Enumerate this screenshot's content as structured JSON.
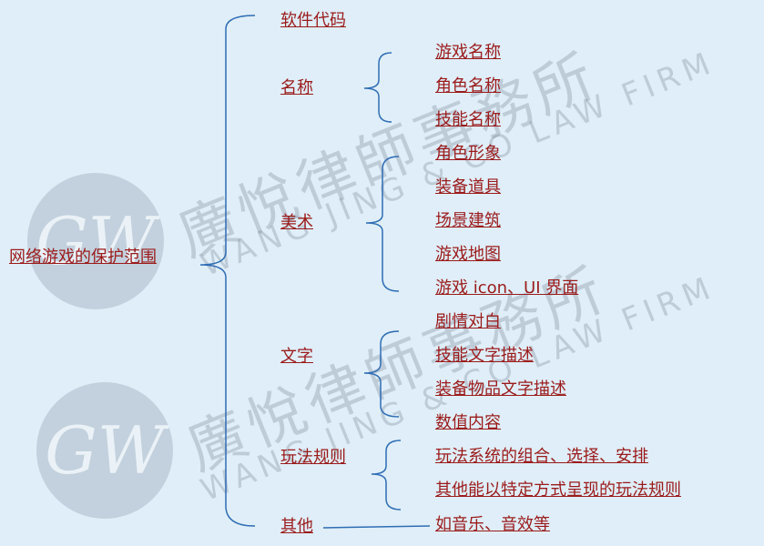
{
  "root": "网络游戏的保护范围",
  "branches": {
    "code": "软件代码",
    "name": "名称",
    "art": "美术",
    "text": "文字",
    "rules": "玩法规则",
    "other": "其他"
  },
  "name_items": [
    "游戏名称",
    "角色名称",
    "技能名称"
  ],
  "art_items": [
    "角色形象",
    "装备道具",
    "场景建筑",
    "游戏地图",
    "游戏 icon、UI 界面"
  ],
  "text_items": [
    "剧情对白",
    "技能文字描述",
    "装备物品文字描述",
    "数值内容"
  ],
  "rules_items": [
    "玩法系统的组合、选择、安排",
    "其他能以特定方式呈现的玩法规则"
  ],
  "other_items": [
    "如音乐、音效等"
  ],
  "watermark": {
    "cn": "廣悅律師事務所",
    "en": "WANG JING & CO LAW FIRM",
    "logo": "GW"
  },
  "colors": {
    "background": "#dfeef8",
    "label": "#9b1b1b",
    "line": "#2f6db5"
  }
}
